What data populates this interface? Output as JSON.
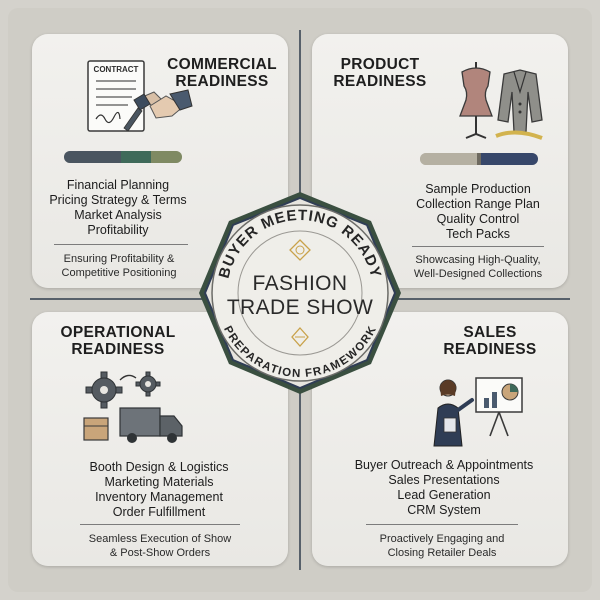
{
  "hub": {
    "arc_top": "BUYER MEETING READY",
    "title_line1": "FASHION",
    "title_line2": "TRADE SHOW",
    "arc_bottom": "PREPARATION FRAMEWORK"
  },
  "commercial": {
    "title_line1": "COMMERCIAL",
    "title_line2": "READINESS",
    "icon": "contract-handshake-icon",
    "contract_label": "CONTRACT",
    "items": [
      "Financial Planning",
      "Pricing Strategy & Terms",
      "Market Analysis",
      "Profitability"
    ],
    "summary_line1": "Ensuring Profitability &",
    "summary_line2": "Competitive Positioning",
    "bar_colors": [
      "#4a5560",
      "#3f6a5a",
      "#7f8a63"
    ]
  },
  "product": {
    "title_line1": "PRODUCT",
    "title_line2": "READINESS",
    "icon": "mannequin-blazer-icon",
    "items": [
      "Sample Production",
      "Collection Range Plan",
      "Quality Control",
      "Tech Packs"
    ],
    "summary_line1": "Showcasing High-Quality,",
    "summary_line2": "Well-Designed Collections",
    "bar_colors": [
      "#b5b0a2",
      "#6e6a60",
      "#37476a"
    ]
  },
  "operational": {
    "title_line1": "OPERATIONAL",
    "title_line2": "READINESS",
    "icon": "gears-truck-icon",
    "items": [
      "Booth Design & Logistics",
      "Marketing Materials",
      "Inventory Management",
      "Order Fulfillment"
    ],
    "summary_line1": "Seamless Execution of Show",
    "summary_line2": "& Post-Show Orders"
  },
  "sales": {
    "title_line1": "SALES",
    "title_line2": "READINESS",
    "icon": "presenter-chart-icon",
    "items": [
      "Buyer Outreach & Appointments",
      "Sales Presentations",
      "Lead Generation",
      "CRM System"
    ],
    "summary_line1": "Proactively Engaging and",
    "summary_line2": "Closing Retailer Deals"
  }
}
